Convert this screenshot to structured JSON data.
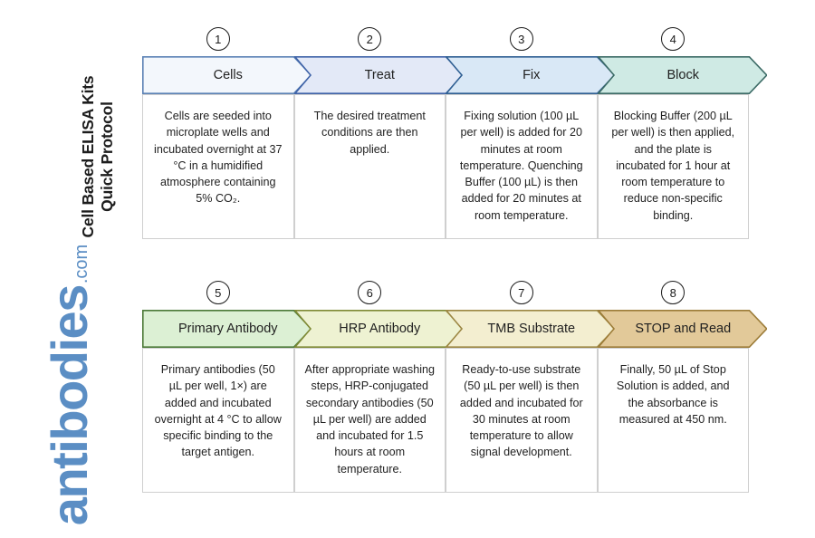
{
  "page": {
    "title_line1": "Cell Based ELISA Kits",
    "title_line2": "Quick Protocol",
    "brand_word": "antibodies",
    "brand_tld": ".com",
    "brand_color": "#5b8ec4"
  },
  "rows": [
    {
      "row_name": "protocol-row-1",
      "steps": [
        {
          "number": "1",
          "label": "Cells",
          "body": "Cells are seeded into microplate wells and incubated overnight at 37 °C in a humidified atmosphere containing 5% CO₂.",
          "fill": "#f3f7fc",
          "stroke": "#5b82b5"
        },
        {
          "number": "2",
          "label": "Treat",
          "body": "The desired treatment conditions are then applied.",
          "fill": "#e3e9f7",
          "stroke": "#3f63a8"
        },
        {
          "number": "3",
          "label": "Fix",
          "body": "Fixing solution (100 µL per well) is added for 20 minutes at room temperature. Quenching Buffer (100 µL) is then added for 20 minutes at room temperature.",
          "fill": "#d9e8f6",
          "stroke": "#2f5f93"
        },
        {
          "number": "4",
          "label": "Block",
          "body": "Blocking Buffer (200 µL per well) is then applied, and the plate is incubated for 1 hour at room temperature to reduce non-specific binding.",
          "fill": "#cfeae4",
          "stroke": "#3c6b66"
        }
      ]
    },
    {
      "row_name": "protocol-row-2",
      "steps": [
        {
          "number": "5",
          "label": "Primary Antibody",
          "body": "Primary antibodies (50 µL per well, 1×) are added and incubated overnight at 4 °C to allow specific binding to the target antigen.",
          "fill": "#dcf0d4",
          "stroke": "#4c7a38"
        },
        {
          "number": "6",
          "label": "HRP Antibody",
          "body": "After appropriate washing steps, HRP-conjugated secondary antibodies (50 µL per well) are added and incubated for 1.5 hours at room temperature.",
          "fill": "#eef2d2",
          "stroke": "#7f8a35"
        },
        {
          "number": "7",
          "label": "TMB Substrate",
          "body": "Ready-to-use substrate (50 µL per well) is then added and incubated for 30 minutes at room temperature to allow signal development.",
          "fill": "#f3eed0",
          "stroke": "#9c8743"
        },
        {
          "number": "8",
          "label": "STOP and Read",
          "body": "Finally, 50 µL of Stop Solution is added, and the absorbance is measured at 450 nm.",
          "fill": "#e2c999",
          "stroke": "#9c7c38"
        }
      ]
    }
  ]
}
